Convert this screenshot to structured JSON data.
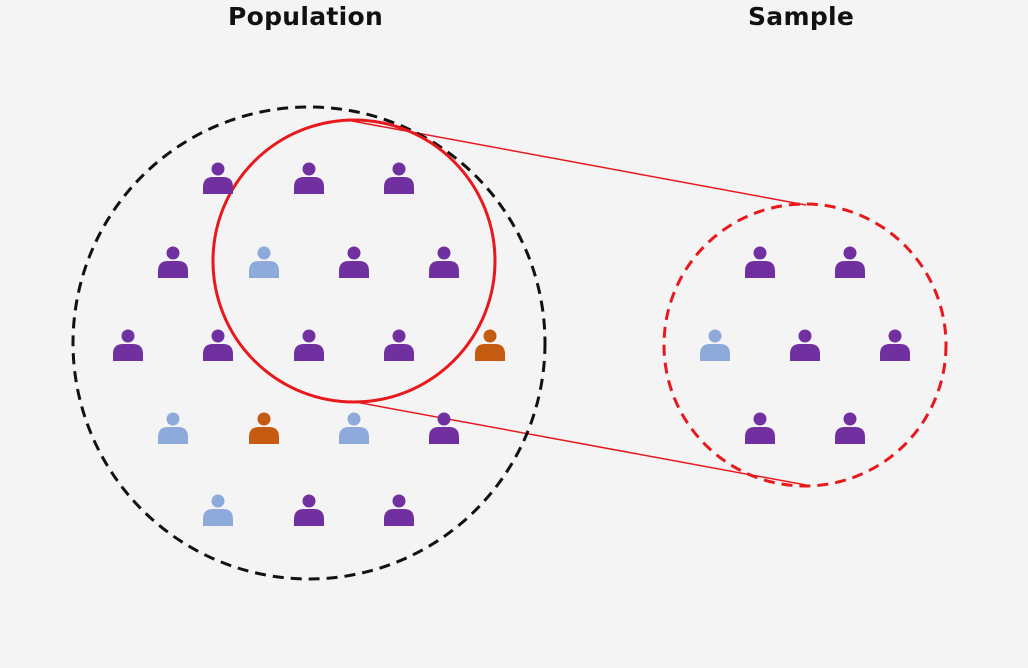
{
  "titles": {
    "population": "Population",
    "sample": "Sample"
  },
  "colors": {
    "background": "#f4f4f5",
    "population_boundary": "#111111",
    "selection": "#e8191c",
    "purple": "#7030a0",
    "light_blue": "#8eaadb",
    "orange": "#c55a11"
  },
  "population": {
    "boundary_style": "dashed",
    "people_by_row": [
      [
        "purple",
        "purple",
        "purple"
      ],
      [
        "purple",
        "light_blue",
        "purple",
        "purple"
      ],
      [
        "purple",
        "purple",
        "purple",
        "purple",
        "orange"
      ],
      [
        "light_blue",
        "orange",
        "light_blue",
        "purple"
      ],
      [
        "light_blue",
        "purple",
        "purple"
      ]
    ]
  },
  "selection": {
    "boundary_style": "solid",
    "people_selected": [
      "purple",
      "purple",
      "light_blue",
      "purple",
      "purple",
      "purple",
      "purple"
    ]
  },
  "sample": {
    "boundary_style": "dashed",
    "people_by_row": [
      [
        "purple",
        "purple"
      ],
      [
        "light_blue",
        "purple",
        "purple"
      ],
      [
        "purple",
        "purple"
      ]
    ]
  },
  "icon": "person-icon"
}
